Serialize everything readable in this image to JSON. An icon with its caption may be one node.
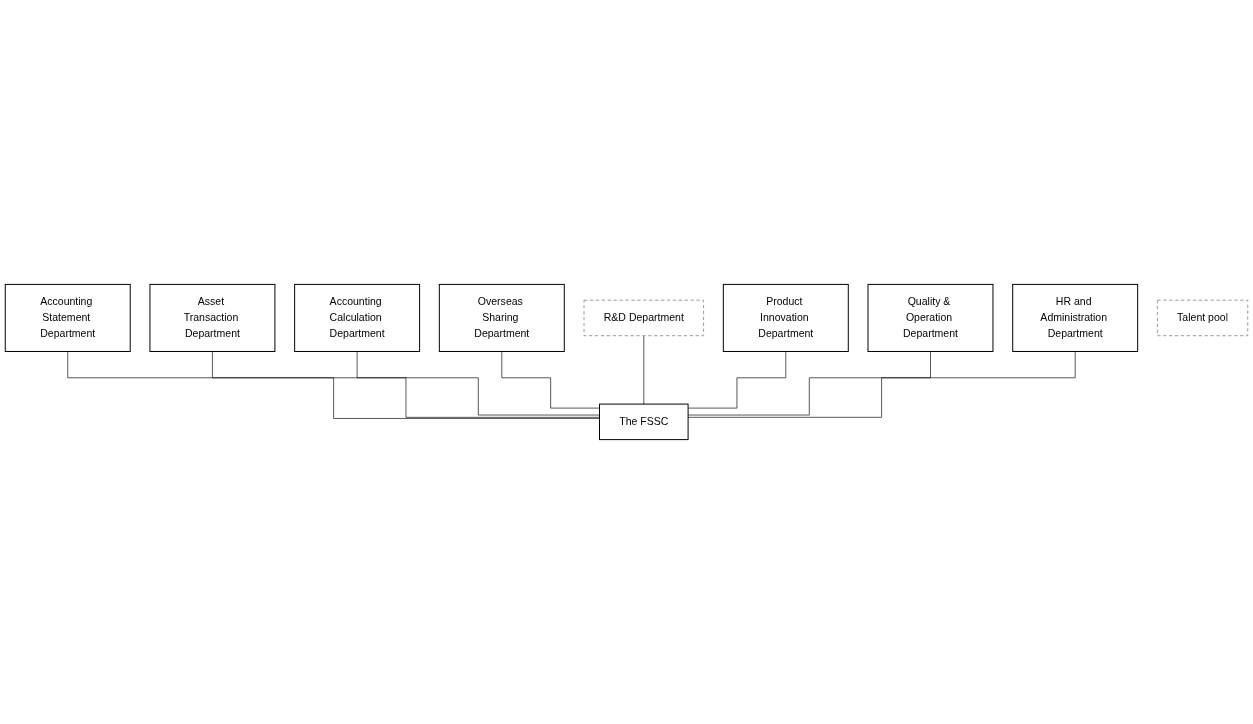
{
  "diagram": {
    "nodes": [
      {
        "text": [
          "Accounting Statement Department"
        ]
      },
      {
        "text": [
          "Asset Transaction Department"
        ]
      },
      {
        "text": [
          "Accounting Calculation Department"
        ]
      },
      {
        "text": [
          "Overseas Sharing Department"
        ]
      },
      {
        "text": [
          "R&D Department"
        ]
      },
      {
        "text": [
          "Product Innovation Department"
        ]
      },
      {
        "text": [
          "Quality & Operation Department"
        ]
      },
      {
        "text": [
          "HR and Administration Department"
        ]
      },
      {
        "text": [
          "Talent pool"
        ]
      },
      {
        "text": [
          "The FSSC"
        ]
      }
    ],
    "edges": [
      {
        "from": 9,
        "to": 0,
        "arrow": "none"
      },
      {
        "from": 9,
        "to": 1,
        "arrow": "none"
      },
      {
        "from": 9,
        "to": 2,
        "arrow": "none"
      },
      {
        "from": 9,
        "to": 3,
        "arrow": "none"
      },
      {
        "from": 9,
        "to": 4,
        "arrow": "none"
      },
      {
        "from": 9,
        "to": 5,
        "arrow": "none"
      },
      {
        "from": 9,
        "to": 6,
        "arrow": "none"
      },
      {
        "from": 9,
        "to": 7,
        "arrow": "none"
      }
    ]
  }
}
